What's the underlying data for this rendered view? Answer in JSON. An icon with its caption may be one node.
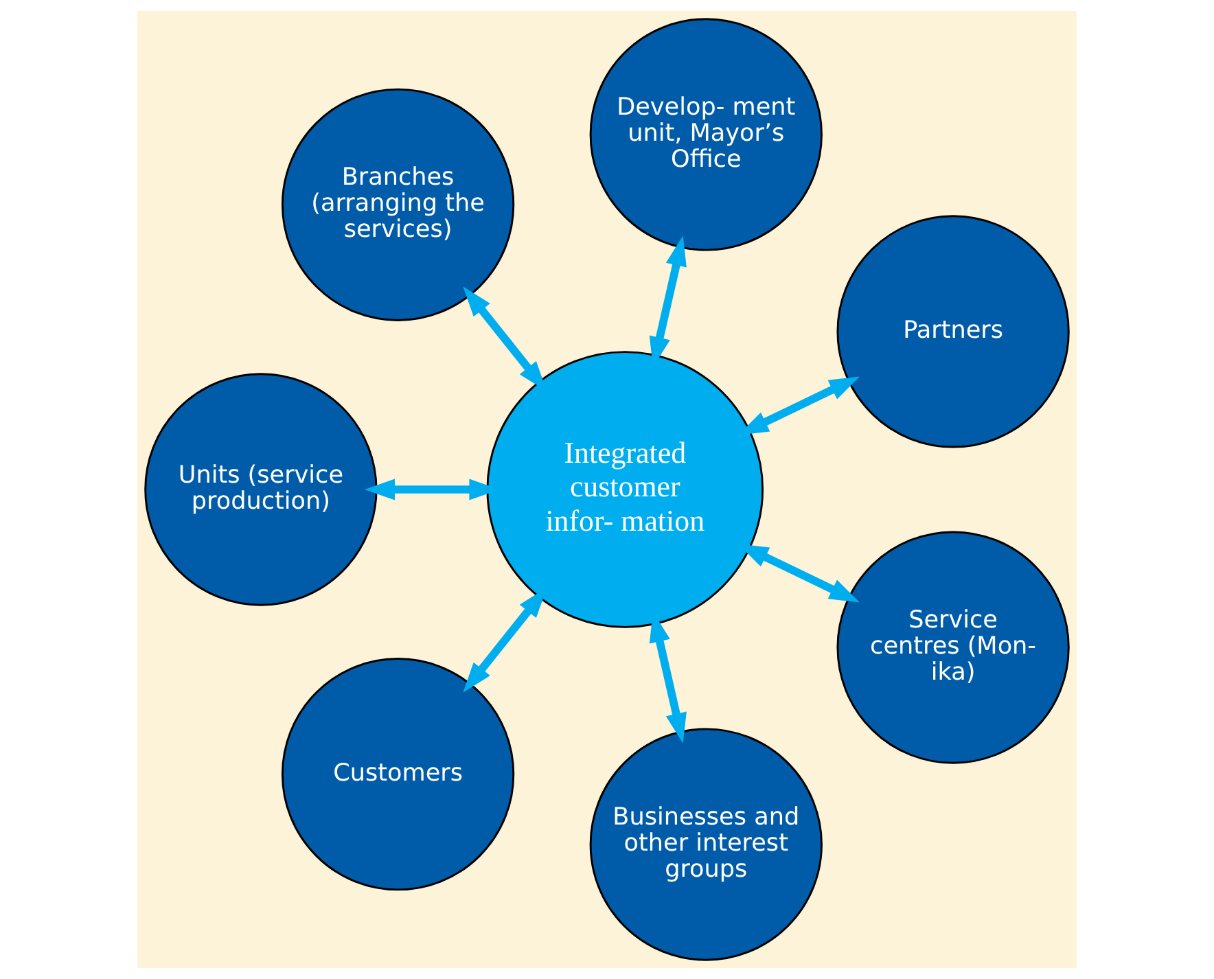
{
  "diagram": {
    "nodes": [
      {
        "text": [
          "Integrated customer infor- mation"
        ]
      },
      {
        "text": [
          "Partners"
        ]
      },
      {
        "text": [
          "Develop- ment unit, Mayor’s Office"
        ]
      },
      {
        "text": [
          "Branches (arranging the services)"
        ]
      },
      {
        "text": [
          "Units (service production)"
        ]
      },
      {
        "text": [
          "Customers"
        ]
      },
      {
        "text": [
          "Businesses and other interest groups"
        ]
      },
      {
        "text": [
          "Service centres (Mon- ika)"
        ]
      }
    ],
    "edges": [
      {
        "from": 0,
        "to": 1,
        "arrow": "both"
      },
      {
        "from": 0,
        "to": 2,
        "arrow": "both"
      },
      {
        "from": 0,
        "to": 3,
        "arrow": "both"
      },
      {
        "from": 0,
        "to": 4,
        "arrow": "both"
      },
      {
        "from": 0,
        "to": 5,
        "arrow": "both"
      },
      {
        "from": 0,
        "to": 6,
        "arrow": "both"
      },
      {
        "from": 0,
        "to": 7,
        "arrow": "both"
      }
    ]
  }
}
